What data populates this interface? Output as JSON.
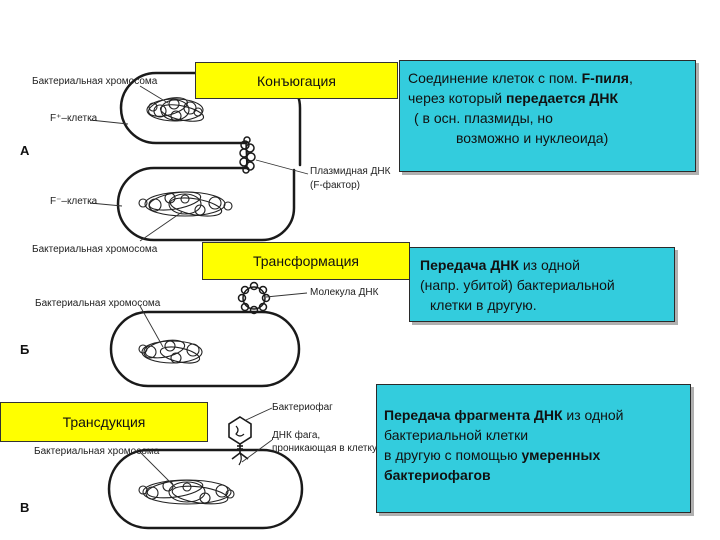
{
  "panel_a": {
    "letter": "А",
    "chrom_top": "Бактериальная хромосома",
    "f_plus": "F⁺–клетка",
    "f_minus": "F⁻–клетка",
    "plasmid_1": "Плазмидная ДНК",
    "plasmid_2": "(F-фактор)",
    "chrom_bottom": "Бактериальная хромосома",
    "process": "Конъюгация",
    "desc": {
      "l1": "Соединение клеток с пом. ",
      "l1b": "F-пиля",
      "l1c": ",",
      "l2": "через который ",
      "l2b": "передается ДНК",
      "l3": "( в осн. плазмиды, но",
      "l4": "возможно и нуклеоида)"
    }
  },
  "panel_b": {
    "letter": "Б",
    "chrom": "Бактериальная хромосома",
    "molecule": "Молекула ДНК",
    "process": "Трансформация",
    "desc": {
      "l1b": "Передача ДНК",
      "l1": " из одной",
      "l2": "(напр. убитой) бактериальной",
      "l3": "клетки в другую."
    }
  },
  "panel_c": {
    "letter": "В",
    "phage": "Бактериофаг",
    "phage_dna_1": "ДНК фага,",
    "phage_dna_2": "проникающая в клетку",
    "chrom": "Бактериальная хромосома",
    "process": "Трансдукция",
    "desc": {
      "l1b": "Передача фрагмента ДНК",
      "l1": " из одной",
      "l2": "бактериальной клетки",
      "l3": "в другую с помощью ",
      "l3b": "умеренных",
      "l4b": "бактериофагов"
    }
  }
}
